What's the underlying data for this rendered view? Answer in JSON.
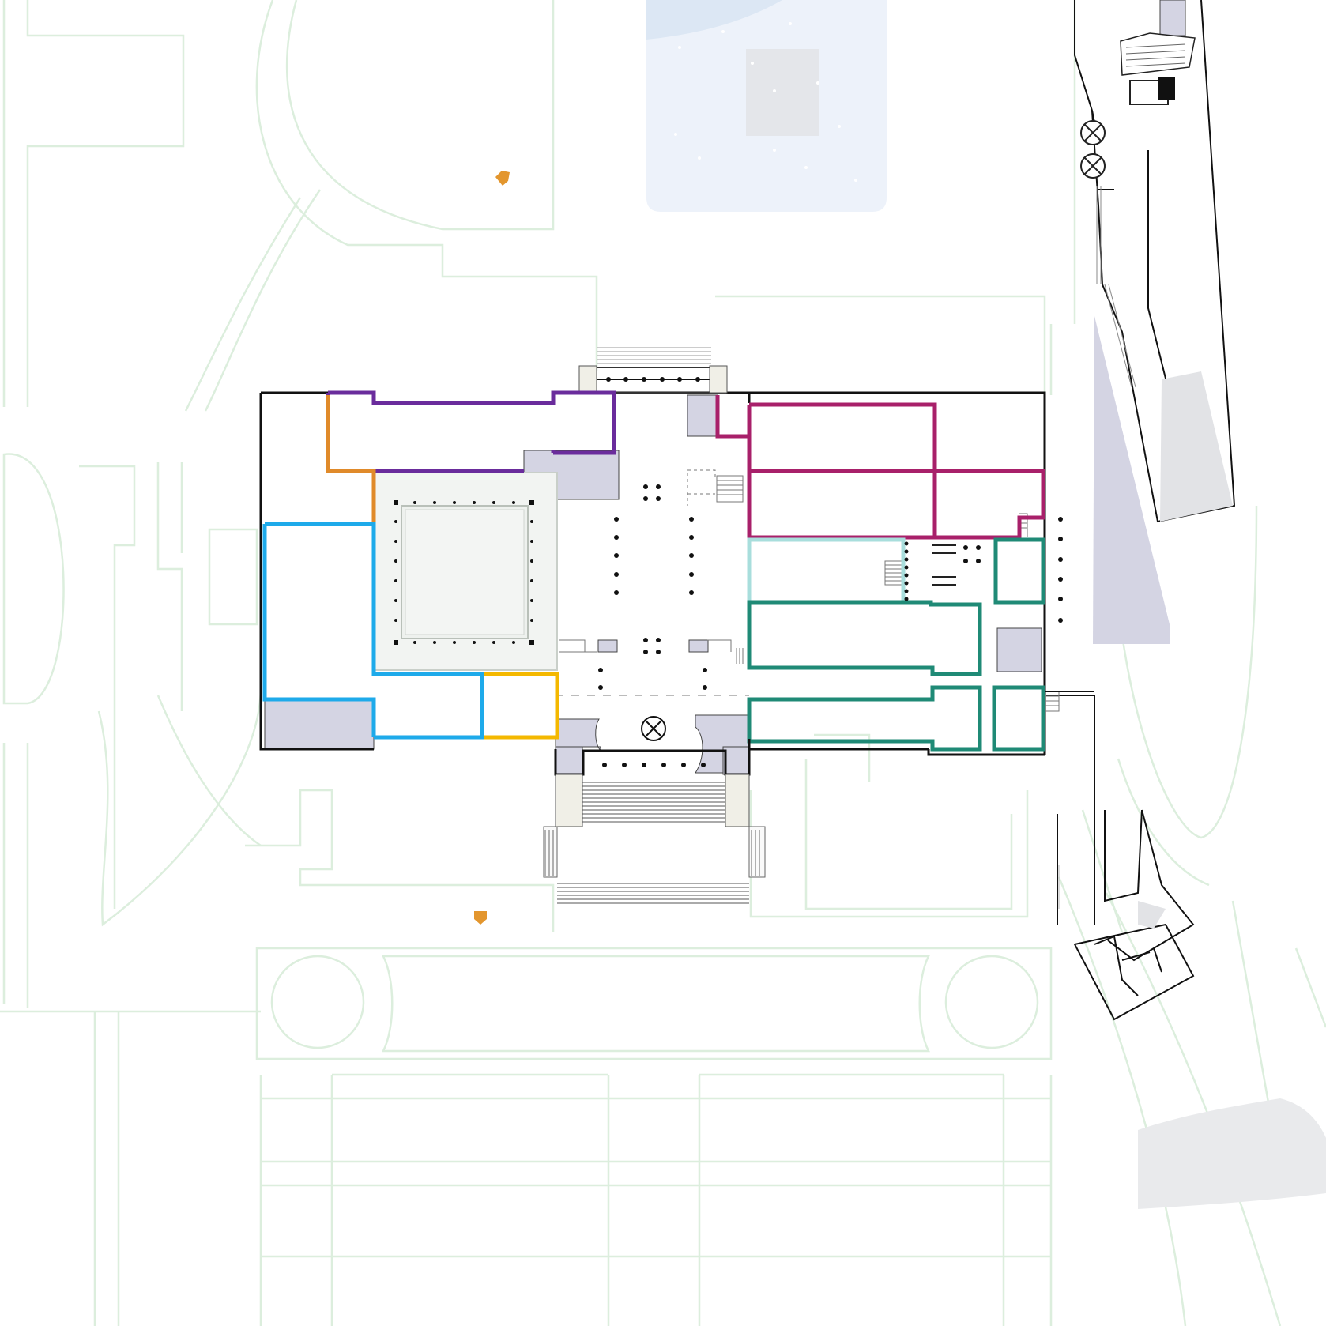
{
  "map": {
    "colors": {
      "background": "#ffffff",
      "grounds_line": "#dceedd",
      "wall": "#111111",
      "service_area": "#d4d4e3",
      "atrium_fill": "#eef1ee",
      "water": "#edf2fa",
      "water_edge": "#dce7f4",
      "zone_purple": "#6a2c9c",
      "zone_orange": "#e08a2a",
      "zone_blue": "#1eaaea",
      "zone_yellow": "#f4b800",
      "zone_magenta": "#a8206a",
      "zone_lightteal": "#a8dedc",
      "zone_teal": "#1f8a76",
      "marker": "#e3962e"
    },
    "icons": [
      "elevator-icon",
      "location-marker-icon",
      "stairs-icon",
      "column-icon"
    ],
    "zones": [
      "zone-purple",
      "zone-orange",
      "zone-blue",
      "zone-yellow",
      "zone-magenta",
      "zone-lightteal",
      "zone-teal"
    ]
  }
}
